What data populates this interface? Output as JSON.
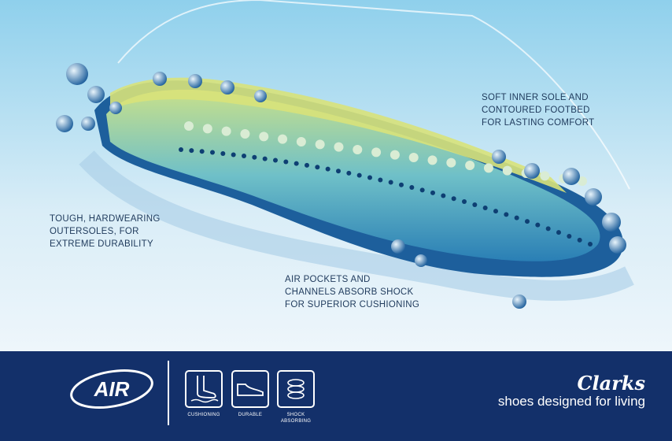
{
  "callouts": {
    "inner_sole": "SOFT INNER SOLE AND\nCONTOURED FOOTBED\nFOR LASTING COMFORT",
    "outersole": "TOUGH, HARDWEARING\nOUTERSOLES, FOR\nEXTREME DURABILITY",
    "air_pockets": "AIR POCKETS AND\nCHANNELS ABSORB SHOCK\nFOR SUPERIOR CUSHIONING"
  },
  "footer": {
    "air_logo": "AIR",
    "features": [
      {
        "icon": "foot-cushion-icon",
        "label": "CUSHIONING"
      },
      {
        "icon": "shoe-icon",
        "label": "DURABLE"
      },
      {
        "icon": "spring-icon",
        "label": "SHOCK\nABSORBING"
      }
    ],
    "brand": "Clarks",
    "tagline": "shoes designed for living"
  },
  "colors": {
    "footer_bg": "#13306a",
    "sole_blue": "#1d5f9c",
    "footbed_yellow": "#d8e27a",
    "background": "#e6f1f8"
  }
}
